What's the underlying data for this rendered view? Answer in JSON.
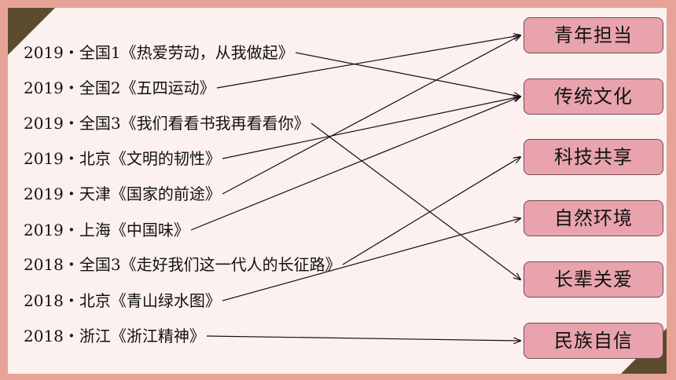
{
  "items": [
    "2019・全国1《热爱劳动，从我做起》",
    "2019・全国2《五四运动》",
    "2019・全国3《我们看看书我再看看你》",
    "2019・北京《文明的韧性》",
    "2019・天津《国家的前途》",
    "2019・上海《中国味》",
    "2018・全国3《走好我们这一代人的长征路》",
    "2018・北京《青山绿水图》",
    "2018・浙江《浙江精神》"
  ],
  "themes": [
    "青年担当",
    "传统文化",
    "科技共享",
    "自然环境",
    "长辈关爱",
    "民族自信"
  ],
  "links": [
    {
      "from": 0,
      "to": 1
    },
    {
      "from": 1,
      "to": 0
    },
    {
      "from": 2,
      "to": 4
    },
    {
      "from": 3,
      "to": 1
    },
    {
      "from": 4,
      "to": 0
    },
    {
      "from": 5,
      "to": 1
    },
    {
      "from": 6,
      "to": 2
    },
    {
      "from": 7,
      "to": 3
    },
    {
      "from": 8,
      "to": 5
    }
  ],
  "colors": {
    "background": "#e8a398",
    "panel": "#fdf1ef",
    "box": "#e8a3ad",
    "corner": "#5b4a2e"
  }
}
